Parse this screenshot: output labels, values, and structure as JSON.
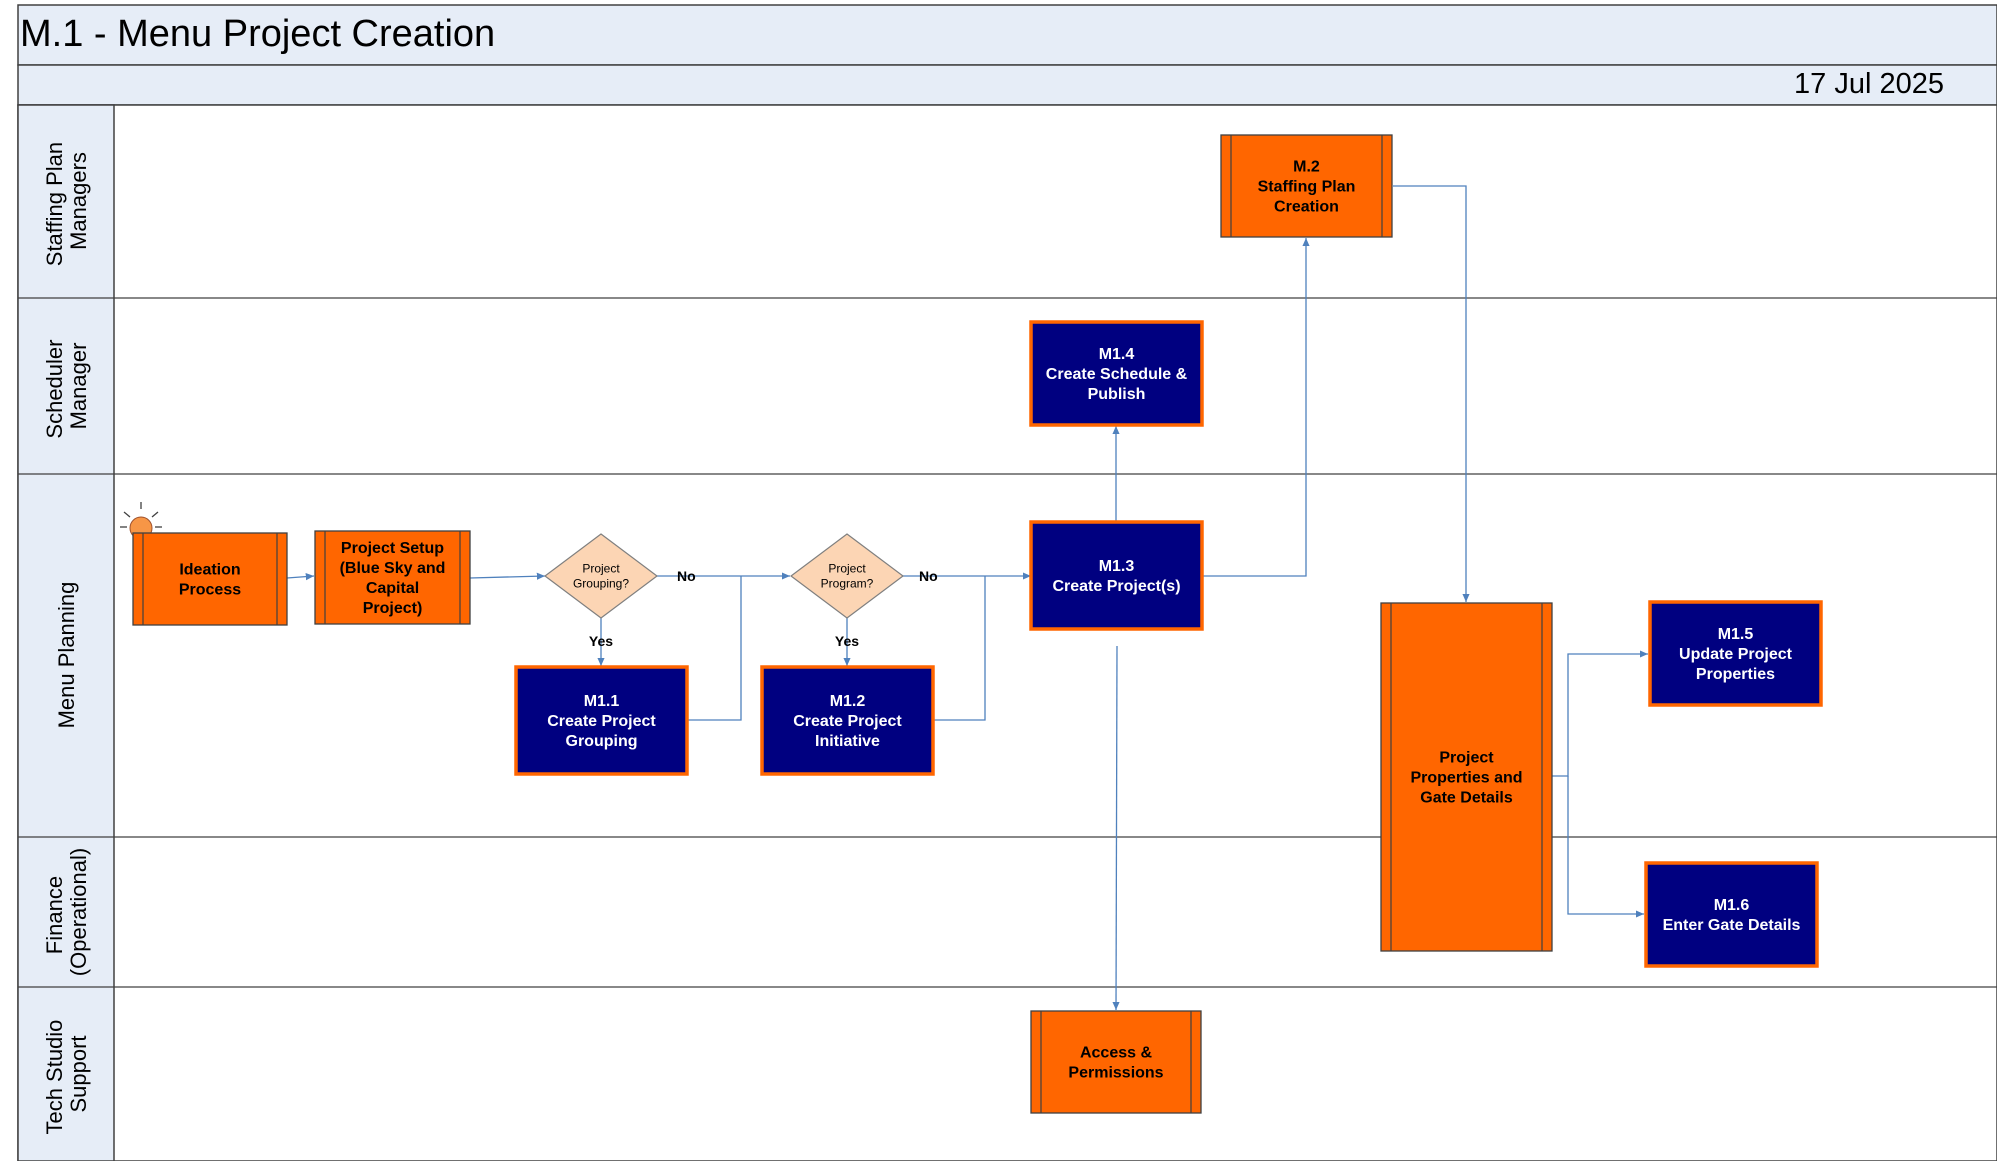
{
  "header": {
    "title": "M.1 - Menu Project Creation",
    "date": "17 Jul 2025"
  },
  "colors": {
    "header_fill": "#e6edf7",
    "orange": "#ff6600",
    "navy": "#000080",
    "decision": "#fcd5b4",
    "connector": "#4f81bd",
    "border": "#404040"
  },
  "lanes": [
    {
      "id": "staffing",
      "lines": [
        "Staffing Plan",
        "Managers"
      ]
    },
    {
      "id": "scheduler",
      "lines": [
        "Scheduler",
        "Manager"
      ]
    },
    {
      "id": "menu",
      "lines": [
        "Menu Planning"
      ]
    },
    {
      "id": "finance",
      "lines": [
        "Finance",
        "(Operational)"
      ]
    },
    {
      "id": "tech",
      "lines": [
        "Tech Studio",
        "Support"
      ]
    }
  ],
  "nodes": {
    "ideation": {
      "lines": [
        "Ideation",
        "Process"
      ],
      "style": "orange",
      "icon": "lightbulb-icon"
    },
    "setup": {
      "lines": [
        "Project Setup",
        "(Blue Sky and",
        "Capital",
        "Project)"
      ],
      "style": "orange"
    },
    "grouping_q": {
      "lines": [
        "Project",
        "Grouping?"
      ],
      "style": "decision"
    },
    "program_q": {
      "lines": [
        "Project",
        "Program?"
      ],
      "style": "decision"
    },
    "m11": {
      "lines": [
        "M1.1",
        "Create Project",
        "Grouping"
      ],
      "style": "navy"
    },
    "m12": {
      "lines": [
        "M1.2",
        "Create Project",
        "Initiative"
      ],
      "style": "navy"
    },
    "m13": {
      "lines": [
        "M1.3",
        "Create Project(s)"
      ],
      "style": "navy"
    },
    "m14": {
      "lines": [
        "M1.4",
        "Create Schedule &",
        "Publish"
      ],
      "style": "navy"
    },
    "m2": {
      "lines": [
        "M.2",
        "Staffing Plan",
        "Creation"
      ],
      "style": "orange"
    },
    "props": {
      "lines": [
        "Project",
        "Properties and",
        "Gate Details"
      ],
      "style": "orange"
    },
    "m15": {
      "lines": [
        "M1.5",
        "Update Project",
        "Properties"
      ],
      "style": "navy"
    },
    "m16": {
      "lines": [
        "M1.6",
        "Enter Gate Details"
      ],
      "style": "navy"
    },
    "access": {
      "lines": [
        "Access &",
        "Permissions"
      ],
      "style": "orange"
    }
  },
  "edge_labels": {
    "grouping_no": "No",
    "grouping_yes": "Yes",
    "program_no": "No",
    "program_yes": "Yes"
  }
}
